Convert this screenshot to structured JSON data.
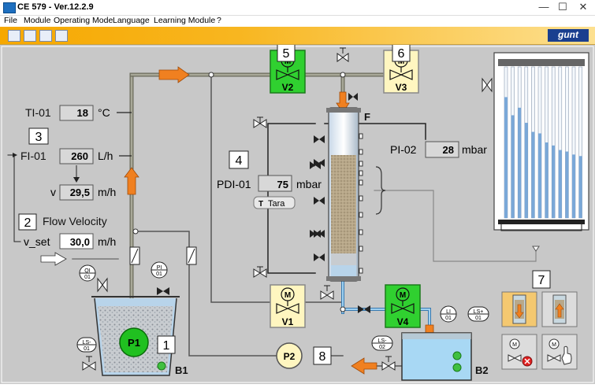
{
  "window": {
    "title": "CE 579 - Ver.12.2.9",
    "min": "—",
    "max": "☐",
    "close": "✕"
  },
  "menu": [
    "File",
    "Module",
    "Operating Mode",
    "Language",
    "Learning Module",
    "?"
  ],
  "brand": {
    "logo_text": "gunt"
  },
  "callouts": {
    "n1": "1",
    "n2": "2",
    "n3": "3",
    "n4": "4",
    "n5": "5",
    "n6": "6",
    "n7": "7",
    "n8": "8"
  },
  "readouts": {
    "ti01_label": "TI-01",
    "ti01_value": "18",
    "ti01_unit": "°C",
    "fi01_label": "FI-01",
    "fi01_value": "260",
    "fi01_unit": "L/h",
    "v_label": "v",
    "v_value": "29,5",
    "v_unit": "m/h",
    "flow_velocity_label": "Flow Velocity",
    "vset_label": "v_set",
    "vset_value": "30,0",
    "vset_unit": "m/h",
    "pdi01_label": "PDI-01",
    "pdi01_value": "75",
    "pdi01_unit": "mbar",
    "tara_label": "Tara",
    "pi02_label": "PI-02",
    "pi02_value": "28",
    "pi02_unit": "mbar"
  },
  "components": {
    "V1": "V1",
    "V2": "V2",
    "V3": "V3",
    "V4": "V4",
    "P1": "P1",
    "P2": "P2",
    "B1": "B1",
    "B2": "B2",
    "F": "F",
    "M": "M",
    "QI01_a": "QI",
    "QI01_b": "01",
    "PI01_a": "PI",
    "PI01_b": "01",
    "LS01_a": "LS-",
    "LS01_b": "01",
    "LI01_a": "LI",
    "LI01_b": "01",
    "LSp01_a": "LS+",
    "LSp01_b": "01",
    "LS02_a": "LS-",
    "LS02_b": "02"
  },
  "colors": {
    "background": "#c8c8c8",
    "valve_active": "#3ac83a",
    "valve_inactive": "#fff6c0",
    "flow_arrow": "#f08020",
    "water": "#9fd0f0",
    "pipe": "#8a8a7a"
  },
  "manometer_levels": [
    0.8,
    0.68,
    0.73,
    0.63,
    0.57,
    0.56,
    0.5,
    0.48,
    0.45,
    0.44,
    0.42,
    0.41
  ]
}
